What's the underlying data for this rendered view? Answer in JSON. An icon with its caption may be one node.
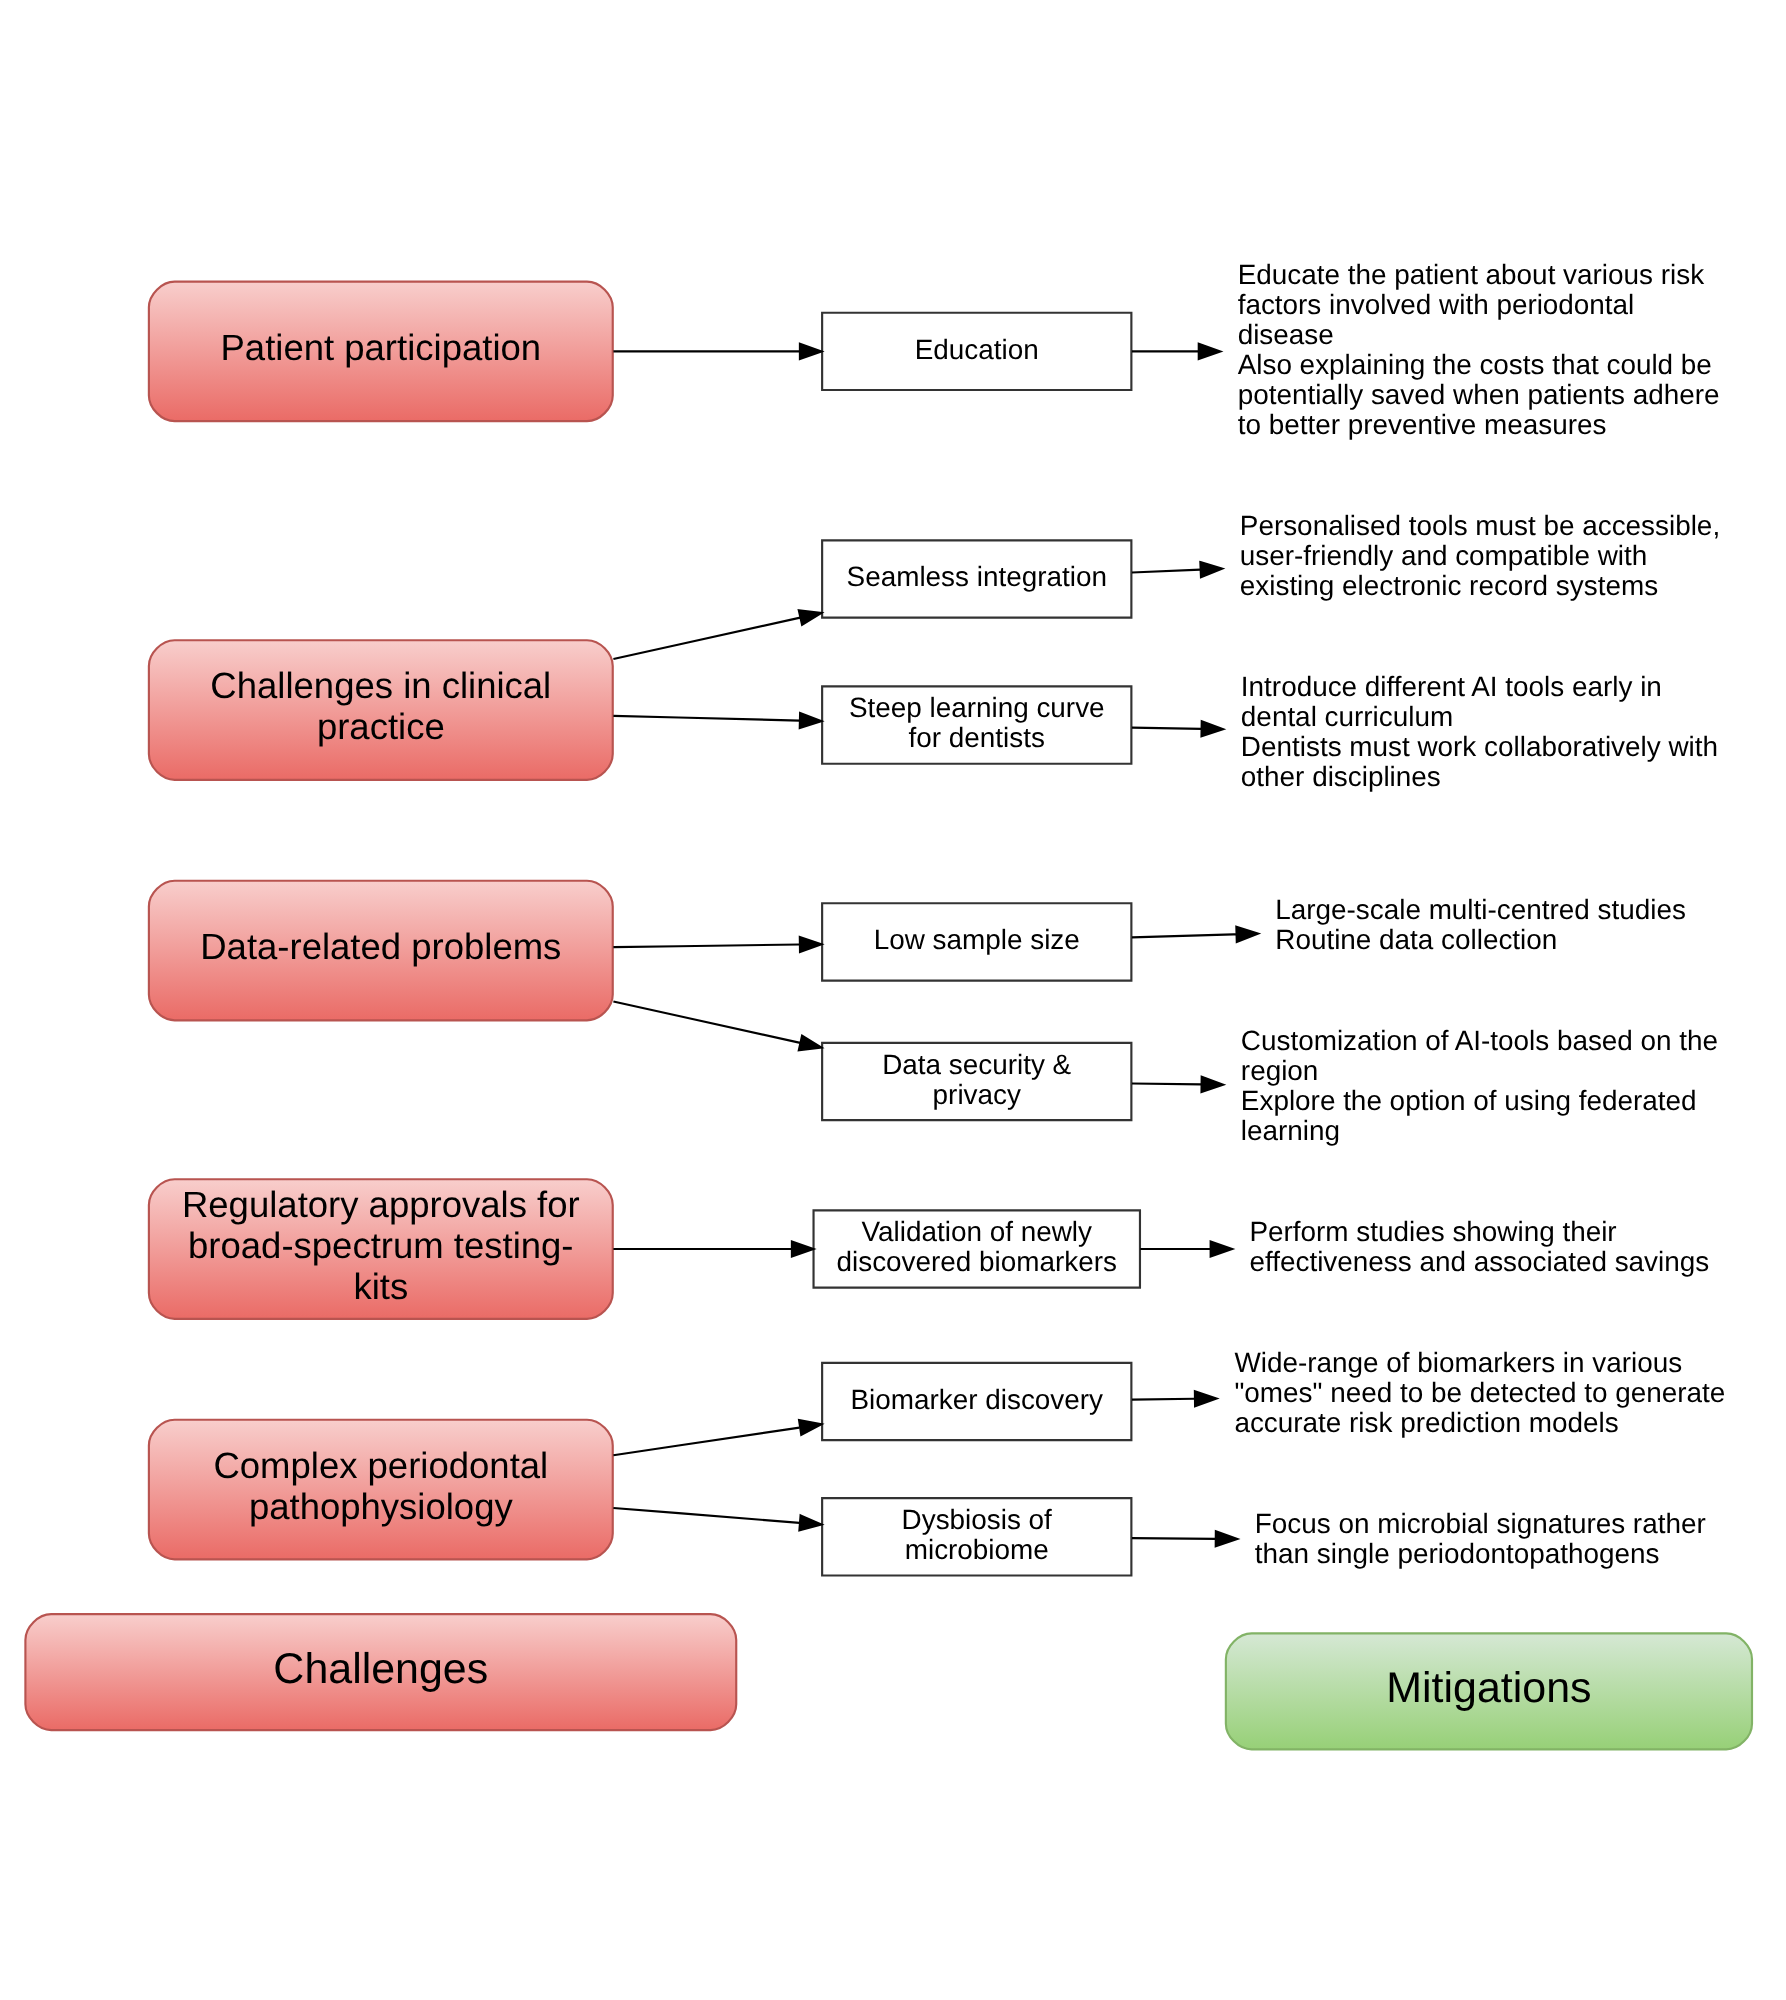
{
  "diagram": {
    "nodes": [
      {
        "text": [
          "Challenges"
        ]
      },
      {
        "text": [
          "Mitigations"
        ]
      },
      {
        "text": [
          "Complex periodontal pathophysiology"
        ]
      },
      {
        "text": [
          "Biomarker discovery"
        ]
      },
      {
        "text": [
          "Wide-range of biomarkers in various \"omes\" need to be detected to generate accurate risk prediction models"
        ]
      },
      {
        "text": [
          "Dysbiosis of microbiome"
        ]
      },
      {
        "text": [
          "Focus on microbial signatures rather than single periodontopathogens"
        ]
      },
      {
        "text": [
          "Regulatory approvals for broad-spectrum testing-kits"
        ]
      },
      {
        "text": [
          "Validation of newly discovered biomarkers"
        ]
      },
      {
        "text": [
          "Perform studies showing their effectiveness and associated savings"
        ]
      },
      {
        "text": [
          "Data-related problems"
        ]
      },
      {
        "text": [
          "Low sample size"
        ]
      },
      {
        "text": [
          "Large-scale multi-centred studies",
          "Routine data collection"
        ]
      },
      {
        "text": [
          "Data security & privacy"
        ]
      },
      {
        "text": [
          "Customization of AI-tools based on the region",
          "Explore the option of using federated learning"
        ]
      },
      {
        "text": [
          "Challenges in clinical practice"
        ]
      },
      {
        "text": [
          "Seamless integration"
        ]
      },
      {
        "text": [
          "Personalised tools must be accessible, user-friendly and compatible with existing electronic record systems"
        ]
      },
      {
        "text": [
          "Steep learning curve for dentists"
        ]
      },
      {
        "text": [
          "Introduce different AI tools early in dental curriculum",
          "Dentists must work collaboratively with other disciplines"
        ]
      },
      {
        "text": [
          "Patient participation"
        ]
      },
      {
        "text": [
          "Education"
        ]
      },
      {
        "text": [
          "Educate the patient about various risk factors involved with periodontal disease",
          "Also explaining the costs that could be potentially saved when patients adhere to better preventive measures"
        ]
      }
    ],
    "edges": [
      {
        "from": 2,
        "to": 3,
        "arrow": "to"
      },
      {
        "from": 3,
        "to": 4,
        "arrow": "to"
      },
      {
        "from": 2,
        "to": 5,
        "arrow": "to"
      },
      {
        "from": 5,
        "to": 6,
        "arrow": "to"
      },
      {
        "from": 7,
        "to": 8,
        "arrow": "to"
      },
      {
        "from": 8,
        "to": 9,
        "arrow": "to"
      },
      {
        "from": 10,
        "to": 11,
        "arrow": "to"
      },
      {
        "from": 11,
        "to": 12,
        "arrow": "to"
      },
      {
        "from": 10,
        "to": 13,
        "arrow": "to"
      },
      {
        "from": 13,
        "to": 14,
        "arrow": "to"
      },
      {
        "from": 15,
        "to": 16,
        "arrow": "to"
      },
      {
        "from": 16,
        "to": 17,
        "arrow": "to"
      },
      {
        "from": 15,
        "to": 18,
        "arrow": "to"
      },
      {
        "from": 18,
        "to": 19,
        "arrow": "to"
      },
      {
        "from": 20,
        "to": 21,
        "arrow": "to"
      },
      {
        "from": 21,
        "to": 22,
        "arrow": "to"
      }
    ]
  }
}
